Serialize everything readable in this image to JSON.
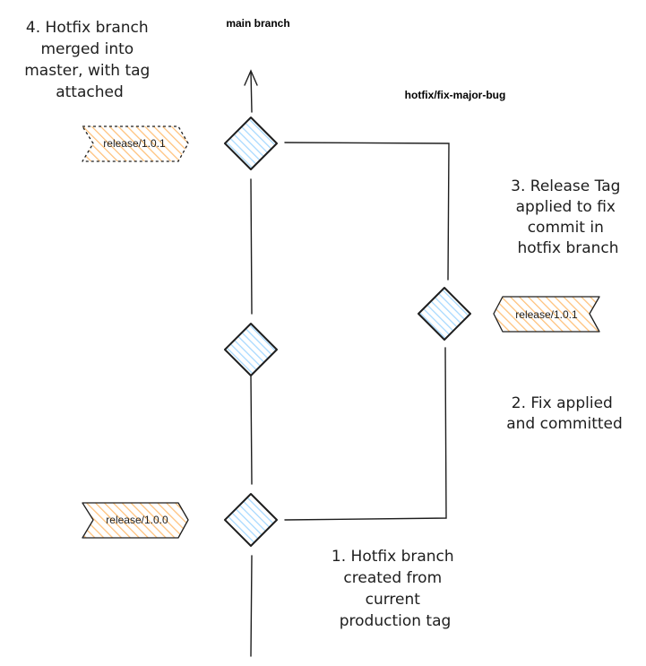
{
  "branches": {
    "main_label": "main branch",
    "hotfix_label": "hotfix/fix-major-bug"
  },
  "tags": {
    "main_top": "release/1.0.1",
    "main_bottom": "release/1.0.0",
    "hotfix": "release/1.0.1"
  },
  "notes": {
    "step1": [
      "1. Hotfix branch",
      "created from",
      "current",
      "production tag"
    ],
    "step2": [
      "2. Fix applied",
      "and committed"
    ],
    "step3": [
      "3. Release Tag",
      "applied to fix",
      "commit in",
      "hotfix branch"
    ],
    "step4": [
      "4. Hotfix branch",
      "merged into",
      "master, with tag",
      "attached"
    ]
  },
  "colors": {
    "commit_fill": "#a5d8ff",
    "tag_fill": "#ffc078",
    "stroke": "#1e1e1e"
  }
}
